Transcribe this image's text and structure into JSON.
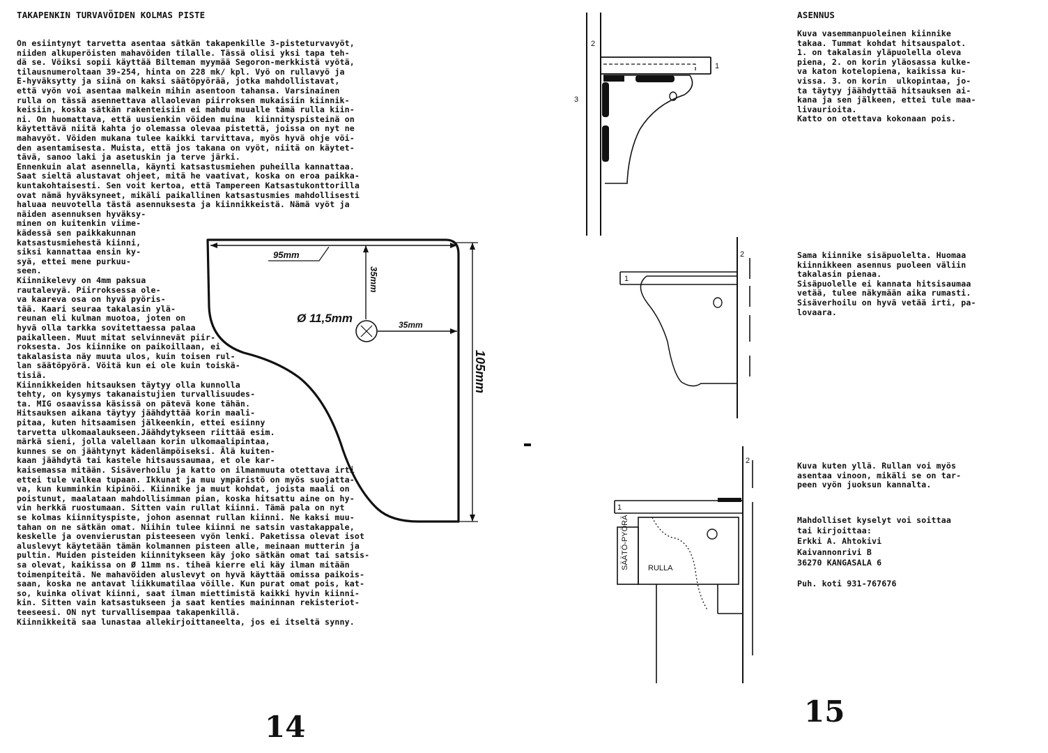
{
  "left_page": {
    "title": "TAKAPENKIN TURVAVÖIDEN KOLMAS PISTE",
    "lines": [
      "On esiintynyt tarvetta asentaa sätkän takapenkille 3-pisteturvavyöt,",
      "niiden alkuperöisten mahavöiden tilalle. Tässä olisi yksi tapa teh-",
      "dä se. Vöiksi sopii käyttää Bilteman myymää Segoron-merkkistä vyötä,",
      "tilausnumeroltaan 39-254, hinta on 228 mk/ kpl. Vyö on rullavyö ja",
      "E-hyväksytty ja siinä on kaksi säätöpyörää, jotka mahdollistavat,",
      "että vyön voi asentaa malkein mihin asentoon tahansa. Varsinainen",
      "rulla on tässä asennettava allaolevan piirroksen mukaisiin kiinnik-",
      "keisiin, koska sätkän rakenteisiin ei mahdu muualle tämä rulla kiin-",
      "ni. On huomattava, että uusienkin vöiden muina  kiinnityspisteinä on",
      "käytettävä niitä kahta jo olemassa olevaa pistettä, joissa on nyt ne",
      "mahavyöt. Vöiden mukana tulee kaikki tarvittava, myös hyvä ohje vöi-",
      "den asentamisesta. Muista, että jos takana on vyöt, niitä on käytet-",
      "tävä, sanoo laki ja asetuskin ja terve järki.",
      "Ennenkuin alat asennella, käynti katsastusmiehen puheilla kannattaa.",
      "Saat sieltä alustavat ohjeet, mitä he vaativat, koska on eroa paikka-",
      "kuntakohtaisesti. Sen voit kertoa, että Tampereen Katsastukonttorilla",
      "ovat nämä hyväksyneet, mikäli paikallinen katsastusmies mahdollisesti",
      "haluaa neuvotella tästä asennuksesta ja kiinnikkeistä. Nämä vyöt ja",
      "näiden asennuksen hyväksy-",
      "minen on kuitenkin viime-",
      "kädessä sen paikkakunnan",
      "katsastusmiehestä kiinni,",
      "siksi kannattaa ensin ky-",
      "syä, ettei mene purkuu-",
      "seen.",
      "Kiinnikelevy on 4mm paksua",
      "rautalevyä. Piirroksessa ole-",
      "va kaareva osa on hyvä pyöris-",
      "tää. Kaari seuraa takalasin ylä-",
      "reunan eli kulman muotoa, joten on",
      "hyvä olla tarkka sovitettaessa palaa",
      "paikalleen. Muut mitat selvinnevät piir-",
      "roksesta. Jos kiinnike on paikoillaan, ei",
      "takalasista näy muuta ulos, kuin toisen rul-",
      "lan säätöpyörä. Vöitä kun ei ole kuin toiskä-",
      "tisiä.",
      "Kiinnikkeiden hitsauksen täytyy olla kunnolla",
      "tehty, on kysymys takanaistujien turvallisuudes-",
      "ta. MIG osaavissa käsissä on pätevä kone tähän.",
      "Hitsauksen aikana täytyy jäähdyttää korin maali-",
      "pitaa, kuten hitsaamisen jälkeenkin, ettei esiinny",
      "tarvetta ulkomaalaukseen.Jäähdytykseen riittää esim.",
      "märkä sieni, jolla valellaan korin ulkomaalipintaa,",
      "kunnes se on jäähtynyt kädenlämpöiseksi. Älä kuiten-",
      "kaan jäähdytä tai kastele hitsaussaumaa, et ole kar-",
      "kaisemassa mitään. Sisäverhoilu ja katto on ilmanmuuta otettava irti",
      "ettei tule valkea tupaan. Ikkunat ja muu ympäristö on myös suojatta-",
      "va, kun kumminkin kipinöi. Kiinnike ja muut kohdat, joista maali on",
      "poistunut, maalataan mahdollisimman pian, koska hitsattu aine on hy-",
      "vin herkkä ruostumaan. Sitten vain rullat kiinni. Tämä pala on nyt",
      "se kolmas kiinnityspiste, johon asennat rullan kiinni. Ne kaksi muu-",
      "tahan on ne sätkän omat. Niihin tulee kiinni ne satsin vastakappale,",
      "keskelle ja ovenvierustan pisteeseen vyön lenki. Paketissa olevat isot",
      "aluslevyt käytetään tämän kolmannen pisteen alle, meinaan mutterin ja",
      "pultin. Muiden pisteiden kiinnitykseen käy joko sätkän omat tai satsis-",
      "sa olevat, kaikissa on Ø 11mm ns. tiheä kierre eli käy ilman mitään",
      "toimenpiteitä. Ne mahavöiden aluslevyt on hyvä käyttää omissa paikois-",
      "saan, koska ne antavat liikkumatilaa vöille. Kun purat omat pois, kat-",
      "so, kuinka olivat kiinni, saat ilman miettimistä kaikki hyvin kiinni-",
      "kin. Sitten vain katsastukseen ja saat kenties maininnan rekisteriot-",
      "teeseesi. ON nyt turvallisempaa takapenkillä.",
      "Kiinnikkeitä saa lunastaa allekirjoittaneelta, jos ei itseltä synny."
    ],
    "drawing": {
      "dim_width": "95mm",
      "dim_height_upper": "35mm",
      "dim_right": "35mm",
      "dim_height_total": "105mm",
      "hole": "Ø 11,5mm"
    },
    "page_number": "14"
  },
  "right_page": {
    "title": "ASENNUS",
    "block1": [
      "Kuva vasemmanpuoleinen kiinnike",
      "takaa. Tummat kohdat hitsauspalot.",
      "1. on takalasin yläpuolella oleva",
      "piena, 2. on korin yläosassa kulke-",
      "va katon kotelopiena, kaikissa ku-",
      "vissa. 3. on korin  ulkopintaa, jo-",
      "ta täytyy jäähdyttää hitsauksen ai-",
      "kana ja sen jälkeen, ettei tule maa-",
      "livaurioita.",
      "Katto on otettava kokonaan pois."
    ],
    "block2": [
      "Sama kiinnike sisäpuolelta. Huomaa",
      "kiinnikkeen asennus puoleen väliin",
      "takalasin pienaa.",
      "Sisäpuolelle ei kannata hitsisaumaa",
      "vetää, tulee näkymään aika rumasti.",
      "Sisäverhoilu on hyvä vetää irti, pa-",
      "lovaara."
    ],
    "block3": [
      "Kuva kuten yllä. Rullan voi myös",
      "asentaa vinoon, mikäli se on tar-",
      "peen vyön juoksun kannalta."
    ],
    "contact": [
      "Mahdolliset kyselyt voi soittaa",
      "tai kirjoittaa:",
      "Erkki A. Ahtokivi",
      "Kaivannonrivi B",
      "36270 KANGASALA 6",
      "",
      "Puh. koti 931-767676"
    ],
    "fig_labels": {
      "one": "1",
      "two": "2",
      "three": "3",
      "rulla": "RULLA",
      "saatopyora": "SÄÄTÖ-PYÖRÄ"
    },
    "page_number": "15"
  }
}
